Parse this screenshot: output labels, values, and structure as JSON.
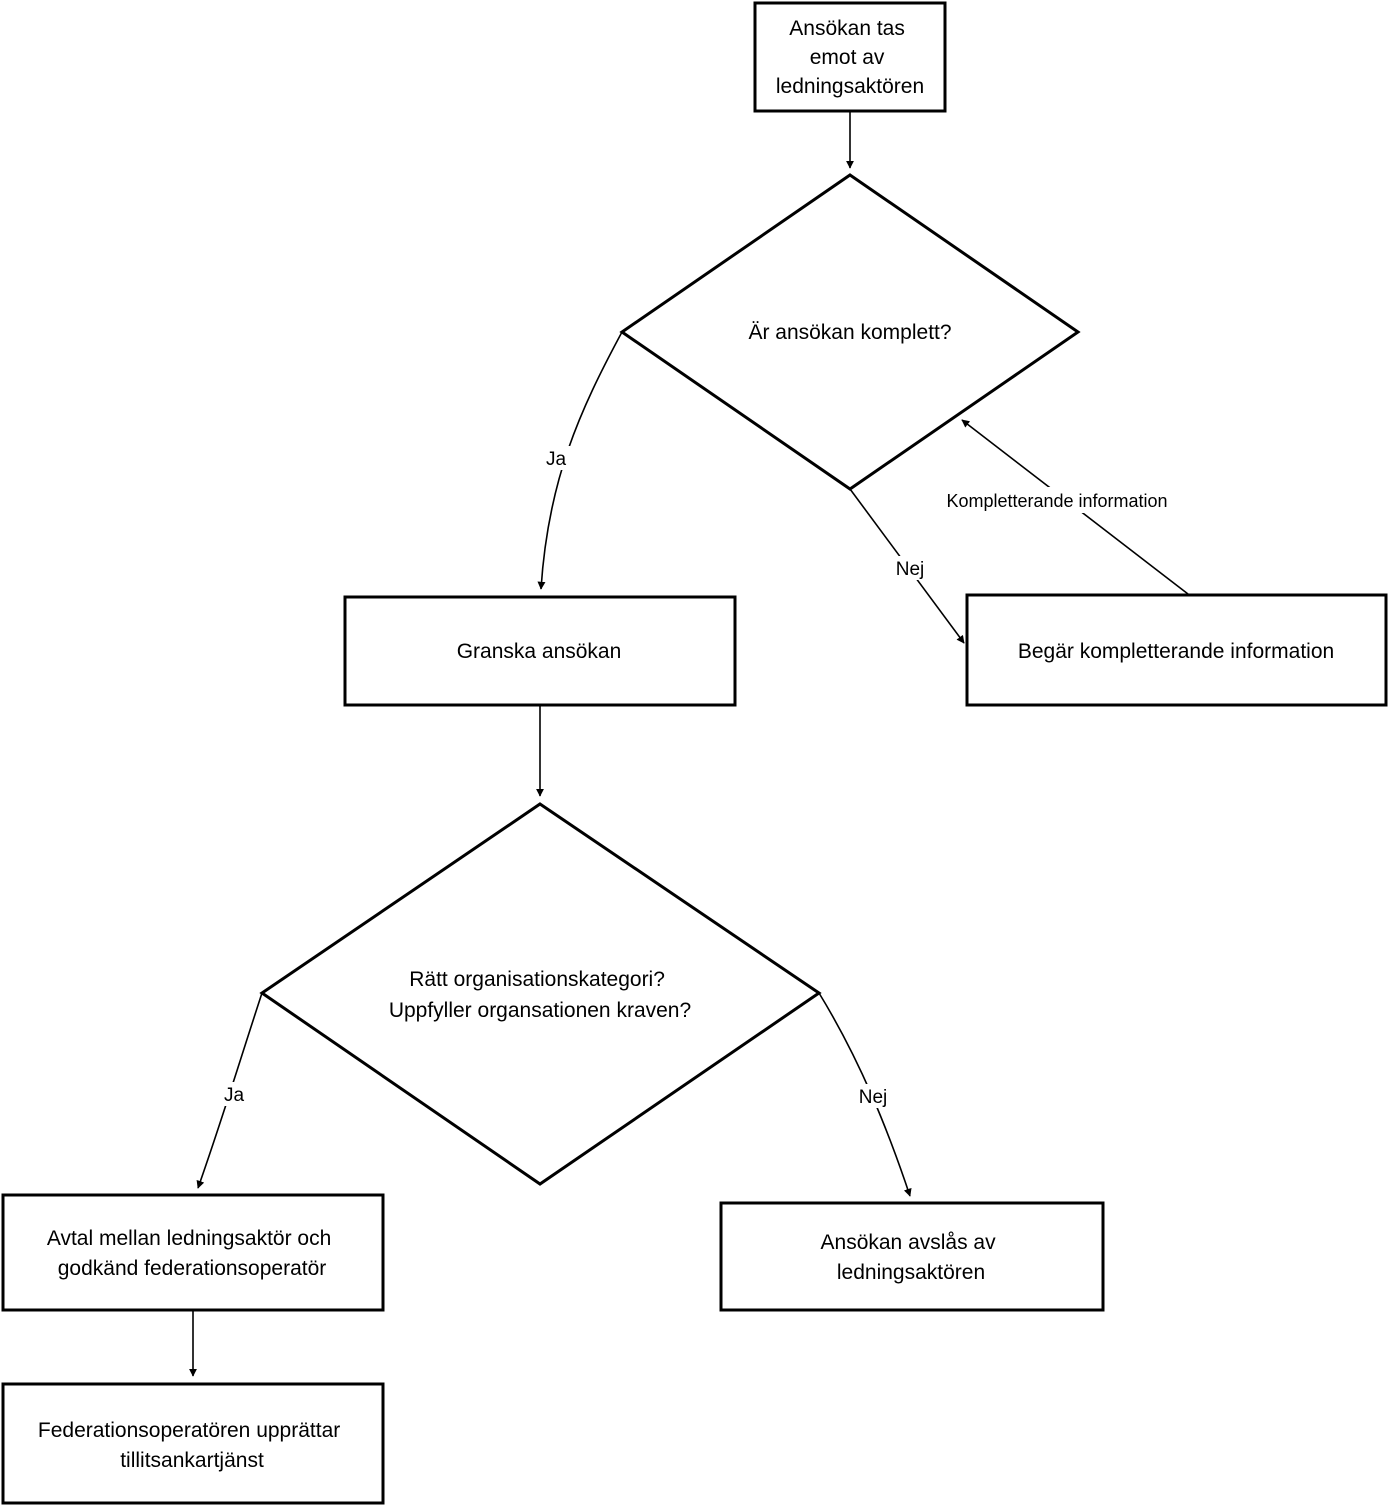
{
  "nodes": {
    "receive": {
      "lines": [
        "Ansökan tas",
        "emot av",
        "ledningsaktören"
      ]
    },
    "complete_check": {
      "lines": [
        "Är ansökan komplett?"
      ]
    },
    "review": {
      "lines": [
        "Granska ansökan"
      ]
    },
    "request_info": {
      "lines": [
        "Begär kompletterande information"
      ]
    },
    "category_check": {
      "lines": [
        "Rätt organisationskategori?",
        "Uppfyller organsationen kraven?"
      ]
    },
    "agreement": {
      "lines": [
        "Avtal mellan ledningsaktör och",
        "godkänd federationsoperatör"
      ]
    },
    "rejected": {
      "lines": [
        "Ansökan avslås av",
        "ledningsaktören"
      ]
    },
    "establish": {
      "lines": [
        "Federationsoperatören upprättar",
        "tillitsankartjänst"
      ]
    }
  },
  "edge_labels": {
    "complete_yes": "Ja",
    "complete_no": "Nej",
    "supplement": "Kompletterande information",
    "category_yes": "Ja",
    "category_no": "Nej"
  }
}
